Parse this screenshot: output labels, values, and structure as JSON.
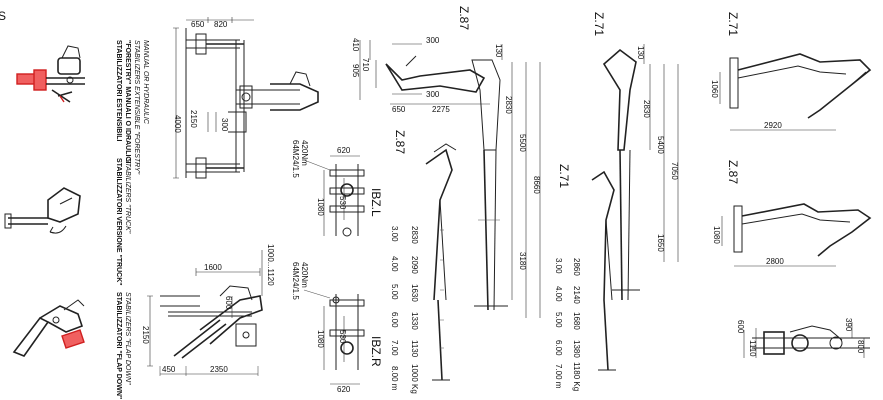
{
  "corner_mark": "S",
  "stabilizers": [
    {
      "title": "STABILIZZATORI ESTENSIBILI",
      "line2": "\"FORESTRY\" MANUALI O IDRAULICI",
      "line3": "STABILIZERS EXTENSIBLE \"FORESTRY\"",
      "line4": "MANUAL OR HYDRAULIC"
    },
    {
      "title": "STABILIZZATORI VERSIONE \"TRUCK\"",
      "line2": "STABILIZERS \"TRUCK\""
    },
    {
      "title": "STABILIZZATORI \"FLAP DOWN\"",
      "line2": "STABILIZERS \"FLAP DOWN\""
    }
  ],
  "forestry_dims": [
    "650",
    "820",
    "4000",
    "2150",
    "300"
  ],
  "flap_dims": [
    "1600",
    "600",
    "1000...1120",
    "2150",
    "450",
    "2350"
  ],
  "ibzl": {
    "label": "IBZ.L",
    "mount": "64M24/1.5",
    "torque": "420Nm",
    "dims": [
      "620",
      "530",
      "1080"
    ]
  },
  "ibzr": {
    "label": "IBZ.R",
    "mount": "64M24/1.5",
    "torque": "420Nm",
    "dims": [
      "530",
      "1080",
      "620"
    ]
  },
  "z87_top": {
    "label": "Z.87",
    "dims": [
      "410",
      "710",
      "905",
      "300",
      "650",
      "2275",
      "300",
      "130",
      "2830",
      "5500",
      "8660",
      "3180"
    ]
  },
  "z87_table": {
    "label": "Z.87",
    "rows": [
      [
        "3.00",
        "2830"
      ],
      [
        "4.00",
        "2090"
      ],
      [
        "5.00",
        "1630"
      ],
      [
        "6.00",
        "1330"
      ],
      [
        "7.00",
        "1130"
      ],
      [
        "8.00 m",
        "1000 Kg"
      ]
    ]
  },
  "z71_top": {
    "label": "Z.71",
    "dims": [
      "130",
      "2830",
      "5400",
      "7050",
      "1650"
    ]
  },
  "z71_table": {
    "label": "Z.71",
    "rows": [
      [
        "3.00",
        "2860"
      ],
      [
        "4.00",
        "2140"
      ],
      [
        "5.00",
        "1680"
      ],
      [
        "6.00",
        "1380"
      ],
      [
        "7.00 m",
        "1180 Kg"
      ]
    ]
  },
  "z71_side": {
    "label": "Z.71",
    "dims": [
      "1060",
      "2920"
    ]
  },
  "z87_side": {
    "label": "Z.87",
    "dims": [
      "1080",
      "2800"
    ]
  },
  "bottom_right": {
    "dims": [
      "600",
      "390",
      "800",
      "1110"
    ]
  }
}
